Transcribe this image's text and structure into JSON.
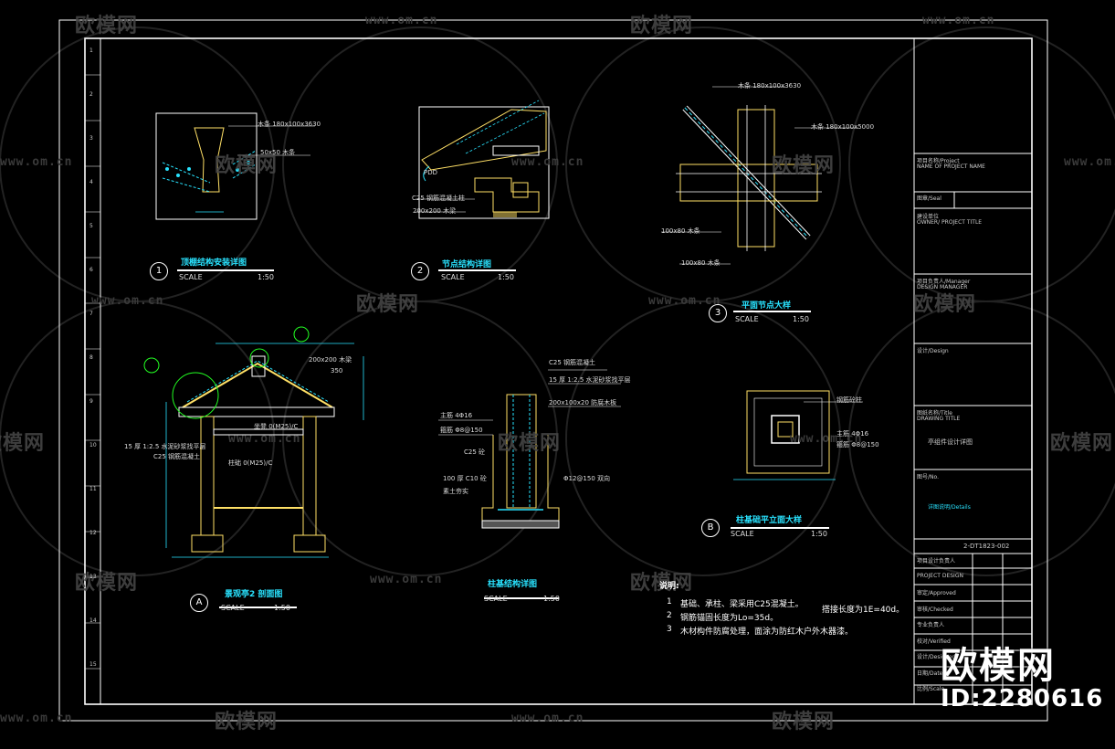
{
  "watermarks": {
    "brand": "欧模网",
    "url": "www.om.cn",
    "big_brand": "欧模网",
    "id": "ID:2280616"
  },
  "views": {
    "v1": {
      "num": "1",
      "title": "顶棚结构安装详图",
      "scale_label": "SCALE",
      "scale": "1:50",
      "dims": [
        "木条  180x100x3630",
        "50x50  木条"
      ]
    },
    "v2": {
      "num": "2",
      "title": "节点结构详图",
      "scale_label": "SCALE",
      "scale": "1:50",
      "dims": [
        "C25 钢筋混凝土柱",
        "200x200  木梁",
        "PDD"
      ]
    },
    "v3": {
      "num": "3",
      "title": "平面节点大样",
      "scale_label": "SCALE",
      "scale": "1:50",
      "dims": [
        "木条  180x100x3630",
        "木条  180x100x5000",
        "100x80  木条",
        "100x80  木条"
      ]
    },
    "vA": {
      "num": "A",
      "title": "景观亭2 剖面图",
      "scale_label": "SCALE",
      "scale": "1:50",
      "dims": [
        "200x200  木梁",
        "350",
        "15 厚 1:2.5 水泥砂浆找平层",
        "C25 钢筋混凝土",
        "柱础  0(M25)/C",
        "坐凳 0(M25)/C"
      ]
    },
    "vB": {
      "num": "B",
      "title": "柱基础平立面大样",
      "scale_label": "SCALE",
      "scale": "1:50",
      "dims": [
        "钢筋砼柱",
        "主筋  4Φ16",
        "箍筋  Φ8@150"
      ]
    },
    "vC": {
      "title": "柱基结构详图",
      "scale_label": "SCALE",
      "scale": "1:50",
      "dims": [
        "C25 钢筋混凝土",
        "15 厚 1:2.5 水泥砂浆找平层",
        "200x100x20  防腐木板",
        "主筋  4Φ16",
        "箍筋  Φ8@150",
        "C25 砼",
        "100 厚 C10 砼",
        "素土夯实",
        "Φ12@150  双向"
      ]
    }
  },
  "notes": {
    "heading": "说明:",
    "items": [
      {
        "n": "1",
        "text": "基础、承柱、梁采用C25混凝土。"
      },
      {
        "n": "2",
        "text": "钢筋锚固长度为Lo=35d。"
      },
      {
        "n": "3",
        "text": "木材构件防腐处理，面涂为防红木户外木器漆。"
      }
    ],
    "side": "搭接长度为1E=40d。"
  },
  "title_block": {
    "project_label": "项目名称/Project",
    "project_sub": "NAME OF PROJECT NAME",
    "seal_label": "图章/Seal",
    "company_label": "建设单位",
    "company_sub": "OWNER/ PROJECT TITLE",
    "owner_label": "项目负责人/Manager",
    "owner_sub": "DESIGN MANAGER",
    "design_label": "设计/Design",
    "drawing_title_label": "图纸名称/Title",
    "drawing_title_sub": "DRAWING TITLE",
    "drawing_title": "亭组件设计详图",
    "drawing_no_label": "图号/No.",
    "sheet_label": "详图说明/Details",
    "drawing_no": "2-DT1823-002",
    "rows": [
      "项目设计负责人",
      "PROJECT DESIGN",
      "审定/Approved",
      "审核/Checked",
      "专业负责人",
      "校对/Verified",
      "设计/Designed",
      "日期/Date",
      "比例/Scale"
    ]
  },
  "left_strip": [
    "1",
    "2",
    "3",
    "4",
    "5",
    "6",
    "7",
    "8",
    "9",
    "10",
    "11",
    "12",
    "13",
    "14",
    "15"
  ]
}
